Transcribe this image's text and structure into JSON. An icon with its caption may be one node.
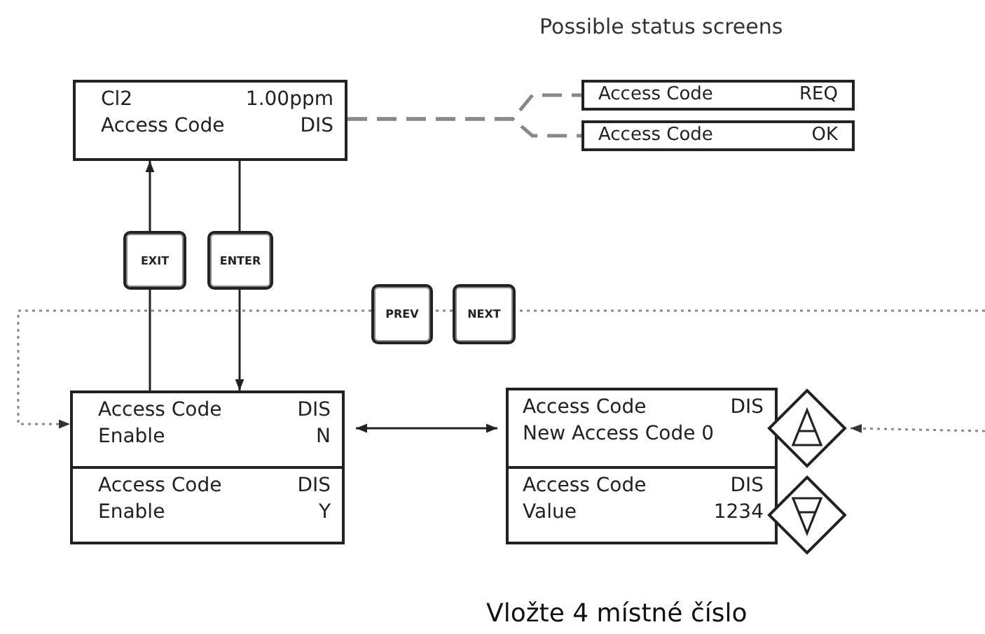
{
  "diagram": {
    "nodes": [
      {
        "text": [
          "Cl2",
          "1.00ppm",
          "Access Code",
          "DIS"
        ]
      },
      {
        "text": [
          "Access Code",
          "REQ"
        ]
      },
      {
        "text": [
          "Access Code",
          "OK"
        ]
      },
      {
        "text": [
          "EXIT"
        ]
      },
      {
        "text": [
          "ENTER"
        ]
      },
      {
        "text": [
          "PREV"
        ]
      },
      {
        "text": [
          "NEXT"
        ]
      },
      {
        "text": [
          "Access Code",
          "DIS",
          "Enable",
          "N"
        ]
      },
      {
        "text": [
          "Access Code",
          "DIS",
          "Enable",
          "Y"
        ]
      },
      {
        "text": [
          "Access Code",
          "DIS",
          "New Access Code 0"
        ]
      },
      {
        "text": [
          "Access Code",
          "DIS",
          "Value",
          "1234"
        ]
      },
      {
        "text": [],
        "shape": "diamond"
      },
      {
        "text": [],
        "shape": "diamond"
      }
    ],
    "edges": [
      {
        "from": 0,
        "to": 1,
        "arrow": "none",
        "style": "dashed",
        "color": "#888888"
      },
      {
        "from": 0,
        "to": 2,
        "arrow": "none",
        "style": "dashed",
        "color": "#888888"
      },
      {
        "from": 7,
        "to": 3,
        "arrow": "none",
        "color": "#222222"
      },
      {
        "from": 3,
        "to": 0,
        "arrow": "to",
        "color": "#222222"
      },
      {
        "from": 0,
        "to": 4,
        "arrow": "none",
        "color": "#222222"
      },
      {
        "from": 4,
        "to": 7,
        "arrow": "to",
        "color": "#222222"
      },
      {
        "from": 7,
        "to": 9,
        "arrow": "both",
        "color": "#222222"
      },
      {
        "from": null,
        "to": 6,
        "arrow": "none",
        "style": "dashed",
        "color": "#888888"
      },
      {
        "from": 6,
        "to": 5,
        "arrow": "none",
        "style": "dashed",
        "color": "#888888"
      },
      {
        "from": 5,
        "to": 7,
        "arrow": "to",
        "style": "dashed",
        "color": "#888888"
      },
      {
        "from": null,
        "to": 11,
        "arrow": "to",
        "style": "dashed",
        "color": "#888888"
      }
    ],
    "labels": [
      "Possible status screens",
      "Vložte 4 místné číslo"
    ]
  }
}
